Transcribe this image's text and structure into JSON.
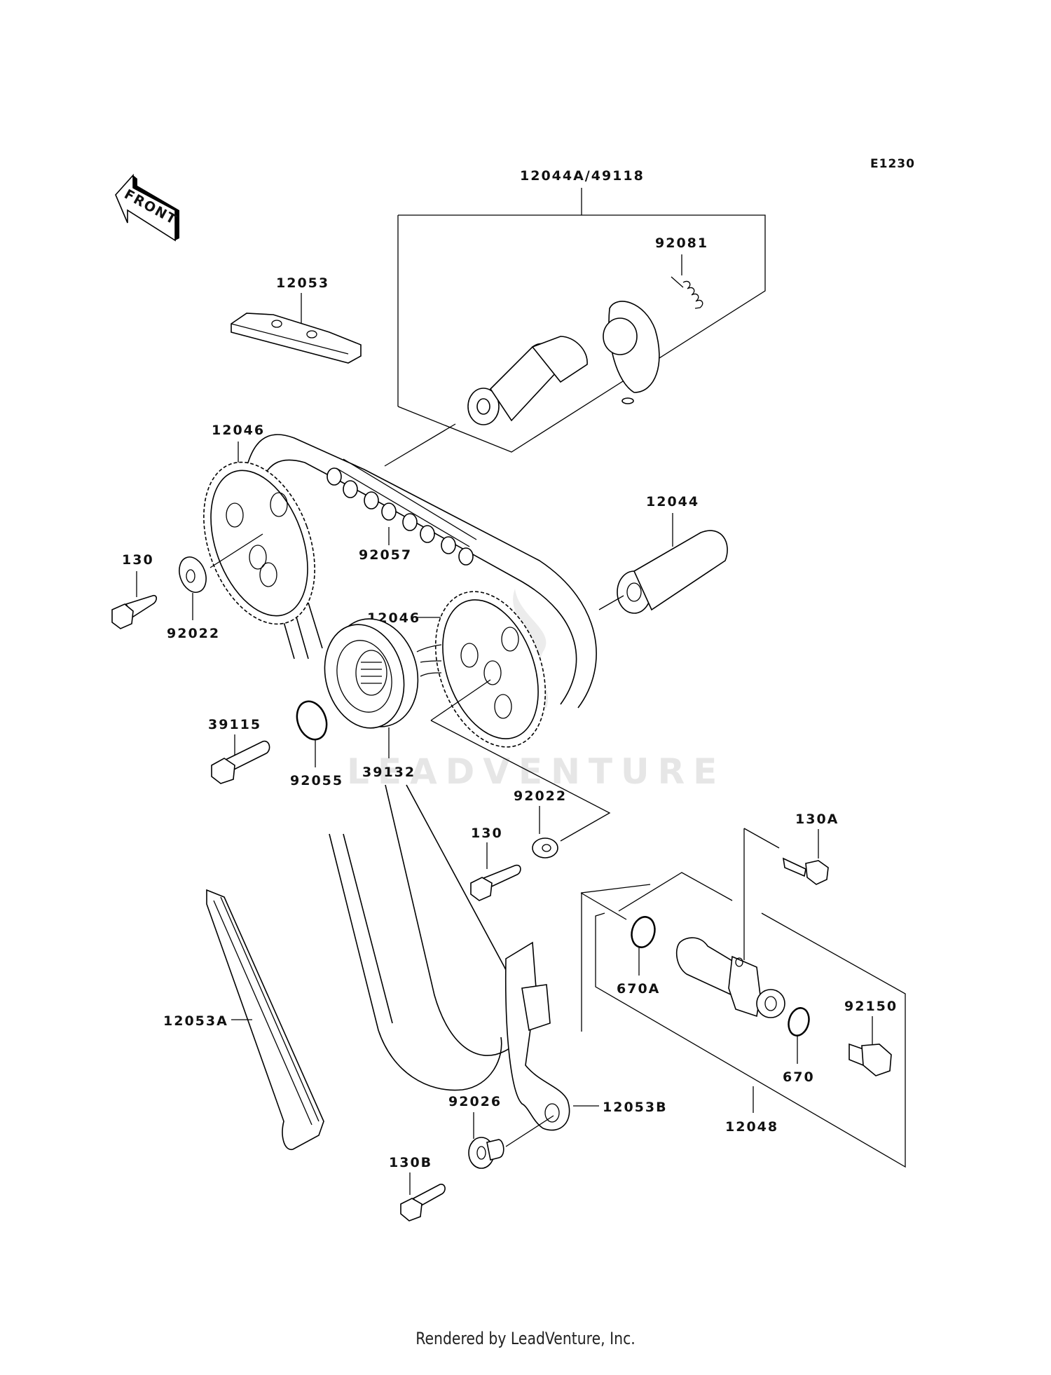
{
  "diagram": {
    "code": "E1230",
    "direction_badge": "FRONT",
    "watermark": "LEADVENTURE",
    "footer": "Rendered by LeadVenture, Inc.",
    "labels": {
      "camshaft_assy": "12044A/49118",
      "spring": "92081",
      "chain_guide_top": "12053",
      "sprocket_upper": "12046",
      "chain": "92057",
      "camshaft": "12044",
      "bolt_left": "130",
      "washer_left": "92022",
      "sprocket_lower": "12046",
      "bolt_pin": "39115",
      "oring_left": "92055",
      "pulley": "39132",
      "washer_right": "92022",
      "bolt_center": "130",
      "bolt_130a": "130A",
      "oring_670a": "670A",
      "plug": "92150",
      "oring_670": "670",
      "chain_guide_left": "12053A",
      "collar": "92026",
      "chain_guide_tensioner": "12053B",
      "tensioner": "12048",
      "bolt_130b": "130B"
    }
  }
}
